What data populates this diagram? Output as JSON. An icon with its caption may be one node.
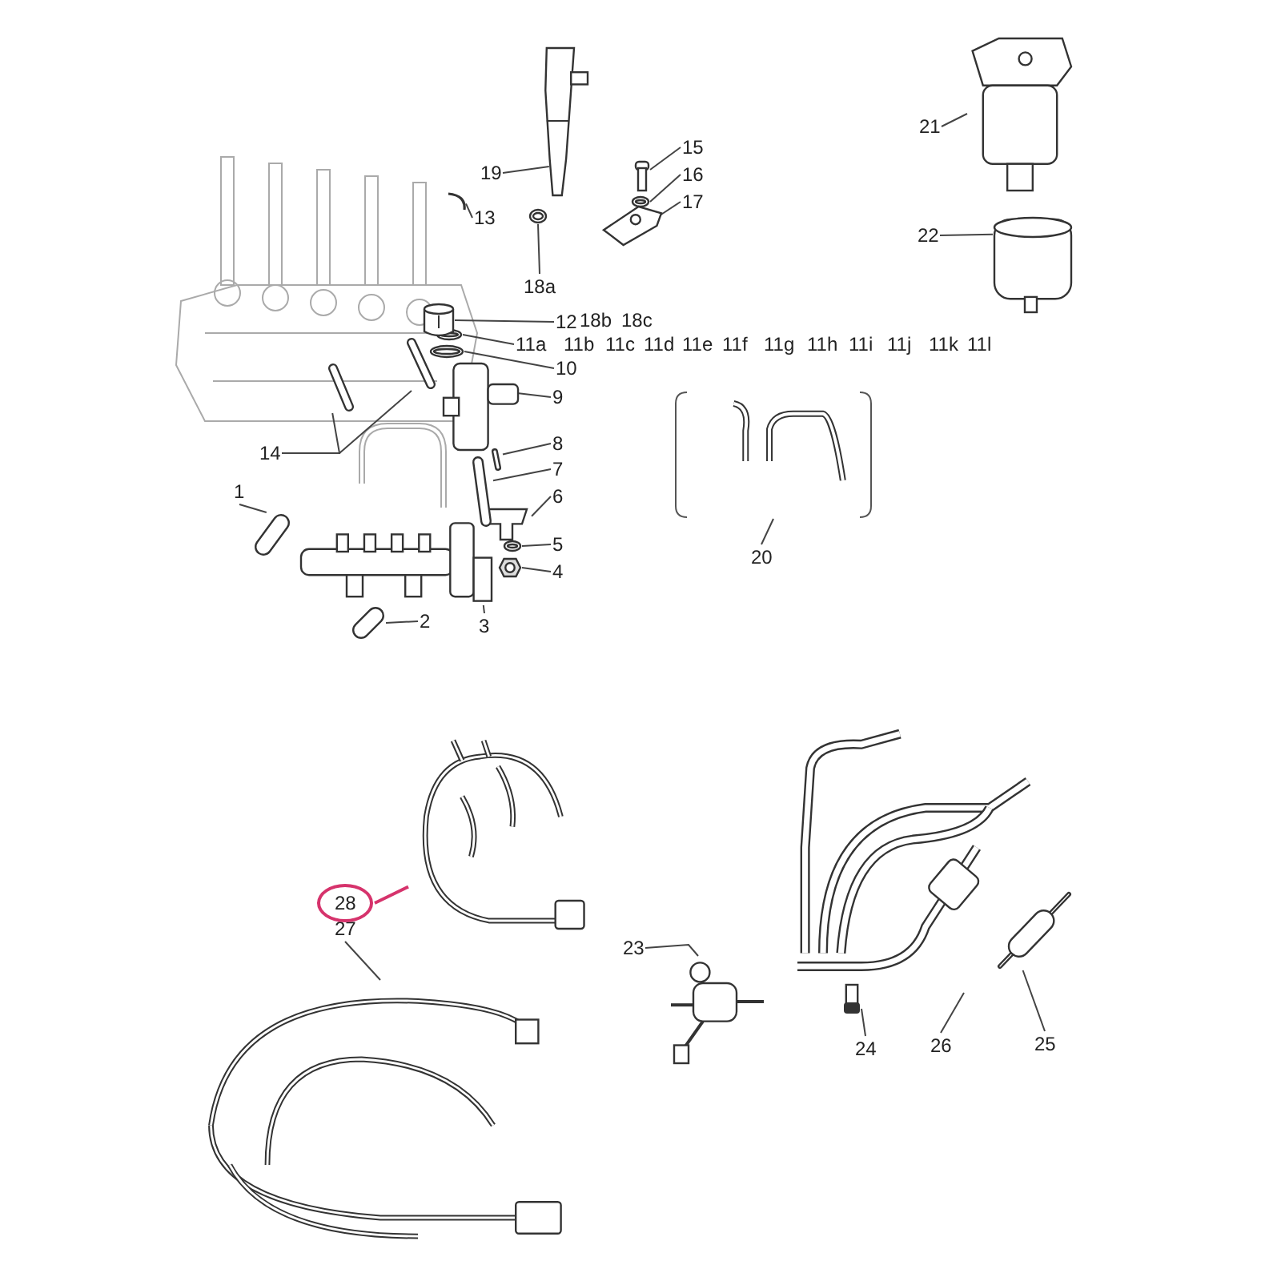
{
  "diagram": {
    "nodes": [
      {
        "text": [
          "1"
        ]
      },
      {
        "text": [],
        "shape": "picture"
      },
      {
        "text": [
          "2"
        ]
      },
      {
        "text": [],
        "shape": "picture"
      },
      {
        "text": [
          "3"
        ]
      },
      {
        "text": [],
        "shape": "picture"
      },
      {
        "text": [
          "4"
        ]
      },
      {
        "text": [],
        "shape": "picture"
      },
      {
        "text": [
          "5"
        ]
      },
      {
        "text": [],
        "shape": "picture"
      },
      {
        "text": [
          "6"
        ]
      },
      {
        "text": [],
        "shape": "picture"
      },
      {
        "text": [
          "7"
        ]
      },
      {
        "text": [],
        "shape": "picture"
      },
      {
        "text": [
          "8"
        ]
      },
      {
        "text": [],
        "shape": "picture"
      },
      {
        "text": [
          "9"
        ]
      },
      {
        "text": [],
        "shape": "picture"
      },
      {
        "text": [
          "10"
        ]
      },
      {
        "text": [],
        "shape": "picture"
      },
      {
        "text": [
          "11a"
        ]
      },
      {
        "text": [],
        "shape": "picture"
      },
      {
        "text": [
          "12"
        ]
      },
      {
        "text": [],
        "shape": "picture"
      },
      {
        "text": [
          "13"
        ]
      },
      {
        "text": [],
        "shape": "picture"
      },
      {
        "text": [
          "14"
        ]
      },
      {
        "text": [],
        "shape": "picture"
      },
      {
        "text": [],
        "shape": "picture"
      },
      {
        "text": [
          "15"
        ]
      },
      {
        "text": [],
        "shape": "picture"
      },
      {
        "text": [
          "16"
        ]
      },
      {
        "text": [],
        "shape": "picture"
      },
      {
        "text": [
          "17"
        ]
      },
      {
        "text": [],
        "shape": "picture"
      },
      {
        "text": [
          "18a"
        ]
      },
      {
        "text": [],
        "shape": "picture"
      },
      {
        "text": [
          "19"
        ]
      },
      {
        "text": [],
        "shape": "picture"
      },
      {
        "text": [
          "20"
        ]
      },
      {
        "text": [],
        "shape": "picture"
      },
      {
        "text": [
          "21"
        ]
      },
      {
        "text": [],
        "shape": "picture"
      },
      {
        "text": [
          "22"
        ]
      },
      {
        "text": [],
        "shape": "picture"
      },
      {
        "text": [
          "23"
        ]
      },
      {
        "text": [],
        "shape": "picture"
      },
      {
        "text": [
          "24"
        ]
      },
      {
        "text": [],
        "shape": "picture"
      },
      {
        "text": [
          "25"
        ]
      },
      {
        "text": [],
        "shape": "picture"
      },
      {
        "text": [
          "26"
        ]
      },
      {
        "text": [],
        "shape": "picture"
      },
      {
        "text": [
          "27"
        ]
      },
      {
        "text": [],
        "shape": "picture"
      },
      {
        "text": [
          "28"
        ]
      },
      {
        "text": [],
        "shape": "picture"
      }
    ],
    "edges": [
      {
        "from": 0,
        "to": 1,
        "arrow": "none"
      },
      {
        "from": 2,
        "to": 3,
        "arrow": "none"
      },
      {
        "from": 4,
        "to": 5,
        "arrow": "none"
      },
      {
        "from": 6,
        "to": 7,
        "arrow": "none"
      },
      {
        "from": 8,
        "to": 9,
        "arrow": "none"
      },
      {
        "from": 10,
        "to": 11,
        "arrow": "none"
      },
      {
        "from": 12,
        "to": 13,
        "arrow": "none"
      },
      {
        "from": 14,
        "to": 15,
        "arrow": "none"
      },
      {
        "from": 16,
        "to": 17,
        "arrow": "none"
      },
      {
        "from": 18,
        "to": 19,
        "arrow": "none"
      },
      {
        "from": 20,
        "to": 21,
        "arrow": "none"
      },
      {
        "from": 22,
        "to": 23,
        "arrow": "none"
      },
      {
        "from": 24,
        "to": 25,
        "arrow": "none"
      },
      {
        "from": 26,
        "to": 27,
        "arrow": "none"
      },
      {
        "from": 26,
        "to": 28,
        "arrow": "none"
      },
      {
        "from": 29,
        "to": 30,
        "arrow": "none"
      },
      {
        "from": 31,
        "to": 32,
        "arrow": "none"
      },
      {
        "from": 33,
        "to": 34,
        "arrow": "none"
      },
      {
        "from": 35,
        "to": 36,
        "arrow": "none"
      },
      {
        "from": 37,
        "to": 38,
        "arrow": "none"
      },
      {
        "from": 39,
        "to": 40,
        "arrow": "none"
      },
      {
        "from": 41,
        "to": 42,
        "arrow": "none"
      },
      {
        "from": 43,
        "to": 44,
        "arrow": "none"
      },
      {
        "from": 45,
        "to": 46,
        "arrow": "none"
      },
      {
        "from": 47,
        "to": 48,
        "arrow": "none"
      },
      {
        "from": 49,
        "to": 50,
        "arrow": "none"
      },
      {
        "from": 51,
        "to": 52,
        "arrow": "none"
      },
      {
        "from": 53,
        "to": 54,
        "arrow": "none"
      },
      {
        "from": 55,
        "to": 56,
        "arrow": "none",
        "color": "#d6336c"
      }
    ],
    "labels": [
      "18b",
      "18c",
      "11b",
      "11c",
      "11d",
      "11e",
      "11f",
      "11g",
      "11h",
      "11i",
      "11j",
      "11k",
      "11l"
    ]
  }
}
